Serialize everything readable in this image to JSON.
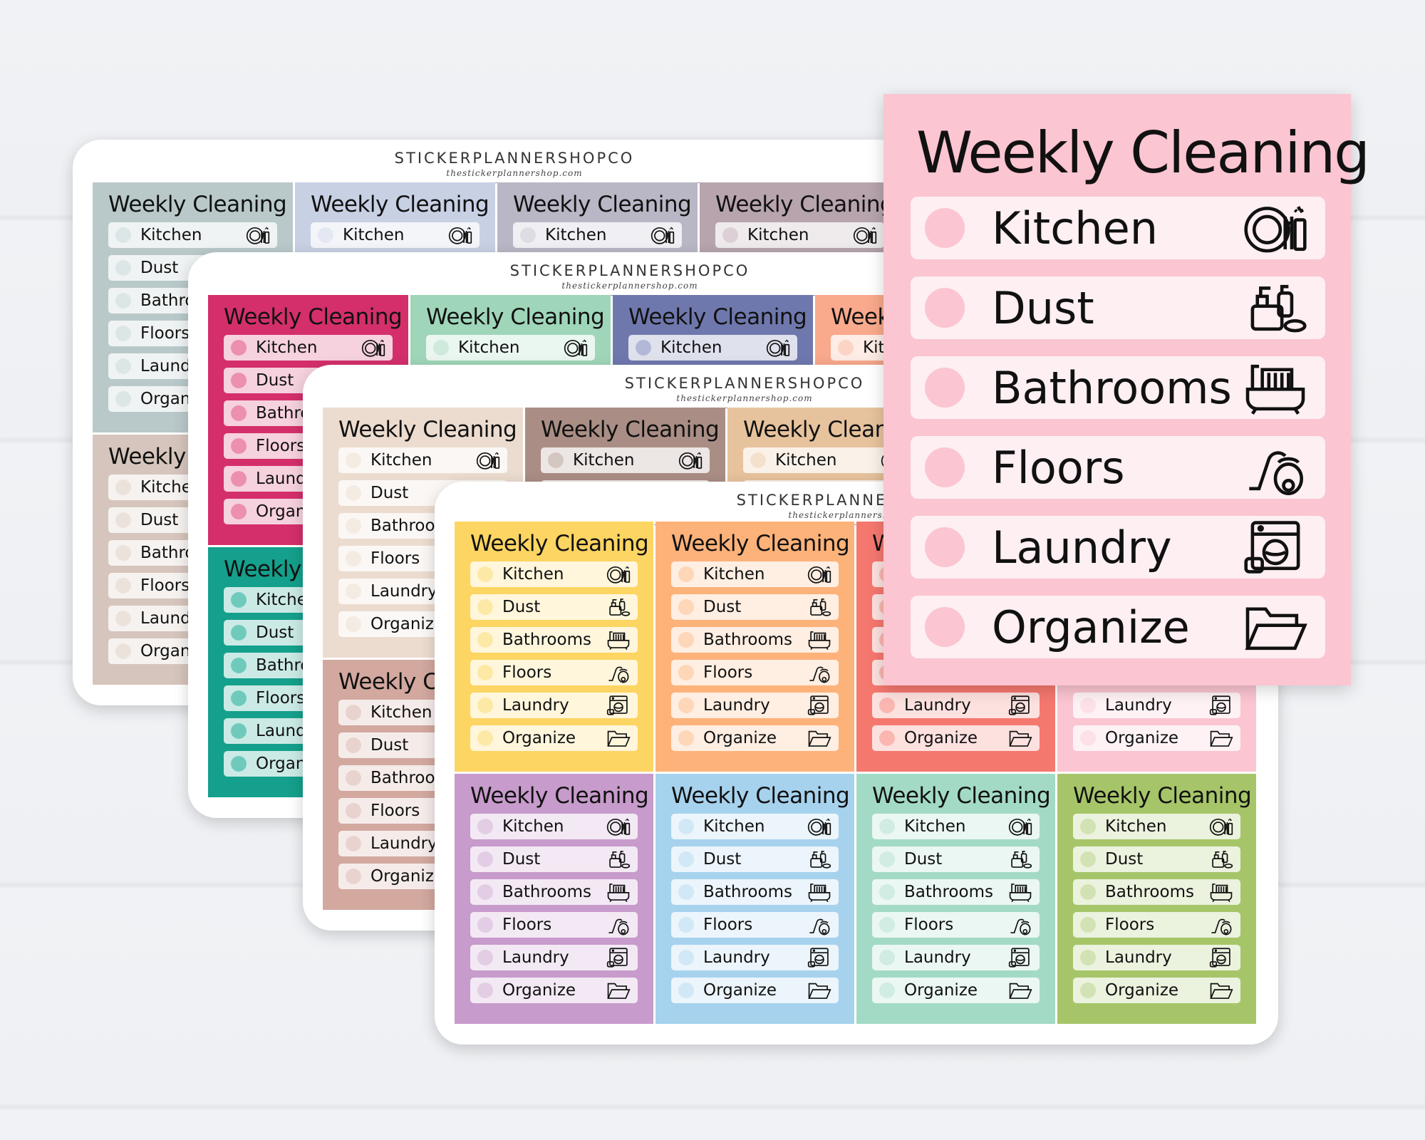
{
  "brand": {
    "name": "STICKERPLANNERSHOPCO",
    "url": "thestickerplannershop.com"
  },
  "sticker": {
    "title": "Weekly Cleaning",
    "items": [
      {
        "label": "Kitchen",
        "icon": "dishes-icon"
      },
      {
        "label": "Dust",
        "icon": "cleaning-supplies-icon"
      },
      {
        "label": "Bathrooms",
        "icon": "bathtub-icon"
      },
      {
        "label": "Floors",
        "icon": "vacuum-icon"
      },
      {
        "label": "Laundry",
        "icon": "washing-machine-icon"
      },
      {
        "label": "Organize",
        "icon": "folder-icon"
      }
    ]
  },
  "sheets": [
    {
      "id": "sheet-1",
      "tiles": [
        {
          "bg": "#b9c9ca",
          "dot": "#dde6e6"
        },
        {
          "bg": "#c8d0e4",
          "dot": "#e4e8f2"
        },
        {
          "bg": "#b9b7c6",
          "dot": "#dedde4"
        },
        {
          "bg": "#b7a4ad",
          "dot": "#dcd0d6"
        },
        {
          "bg": "#d6c5bc",
          "dot": "#ece2dc"
        },
        {
          "bg": "#c9b6ad",
          "dot": "#e6dad4"
        },
        {
          "bg": "#c4a6a2",
          "dot": "#e3d2d0"
        },
        {
          "bg": "#b0a0a8",
          "dot": "#dacfd3"
        }
      ]
    },
    {
      "id": "sheet-2",
      "tiles": [
        {
          "bg": "#d42f6b",
          "dot": "#ec8fb0"
        },
        {
          "bg": "#9fd6b9",
          "dot": "#cfeadc"
        },
        {
          "bg": "#6f78ad",
          "dot": "#b3b8d8"
        },
        {
          "bg": "#f9a98c",
          "dot": "#fcd4c5"
        },
        {
          "bg": "#14a08c",
          "dot": "#6fcabc"
        },
        {
          "bg": "#f5c04a",
          "dot": "#fbe0a3"
        },
        {
          "bg": "#8f7fc1",
          "dot": "#c9c0e2"
        },
        {
          "bg": "#e86f5a",
          "dot": "#f4b7ac"
        }
      ]
    },
    {
      "id": "sheet-3",
      "tiles": [
        {
          "bg": "#ecdccf",
          "dot": "#f4ebe3"
        },
        {
          "bg": "#aa8e85",
          "dot": "#d4c6c1"
        },
        {
          "bg": "#e7c39d",
          "dot": "#f3e1ce"
        },
        {
          "bg": "#c9a7a0",
          "dot": "#e4d3cf"
        },
        {
          "bg": "#d2a89f",
          "dot": "#e8d3ce"
        },
        {
          "bg": "#c49c94",
          "dot": "#e1cdc9"
        },
        {
          "bg": "#b99a93",
          "dot": "#dccdc9"
        },
        {
          "bg": "#c4b5a8",
          "dot": "#e1dad3"
        }
      ]
    },
    {
      "id": "sheet-4",
      "tiles": [
        {
          "bg": "#fdd562",
          "dot": "#fde9a6"
        },
        {
          "bg": "#fdb27a",
          "dot": "#fed6b8"
        },
        {
          "bg": "#f5786f",
          "dot": "#fab7b1"
        },
        {
          "bg": "#fbc5d1",
          "dot": "#fde1e8"
        },
        {
          "bg": "#c79bcb",
          "dot": "#e2cde4"
        },
        {
          "bg": "#a6d2ee",
          "dot": "#d2e8f6"
        },
        {
          "bg": "#a3dac6",
          "dot": "#d1ece2"
        },
        {
          "bg": "#a6c569",
          "dot": "#d2e2b4"
        }
      ]
    }
  ],
  "big_card": {
    "bg": "#fbc5d1",
    "row_bg": "#fdeff2",
    "dot": "#fbc5d1"
  }
}
